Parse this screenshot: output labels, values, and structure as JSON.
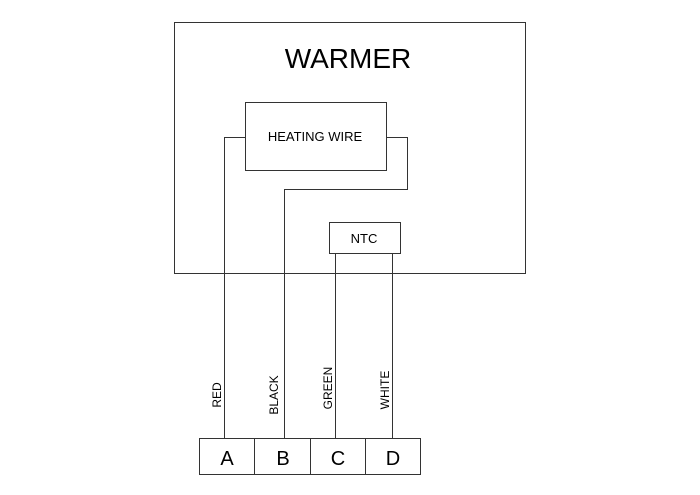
{
  "title": "WARMER",
  "heating_wire": "HEATING WIRE",
  "ntc": "NTC",
  "wires": [
    {
      "label": "RED",
      "terminal": "A"
    },
    {
      "label": "BLACK",
      "terminal": "B"
    },
    {
      "label": "GREEN",
      "terminal": "C"
    },
    {
      "label": "WHITE",
      "terminal": "D"
    }
  ]
}
